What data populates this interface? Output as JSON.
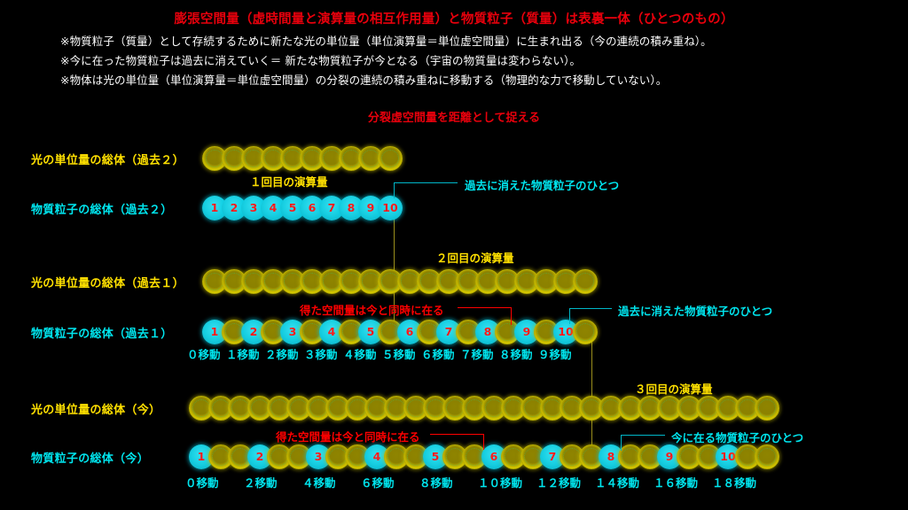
{
  "title": "膨張空間量（虚時間量と演算量の相互作用量）と物質粒子（質量）は表裏一体（ひとつのもの）",
  "notes": [
    "※物質粒子（質量）として存続するために新たな光の単位量（単位演算量＝単位虚空間量）に生まれ出る（今の連続の積み重ね）。",
    "※今に在った物質粒子は過去に消えていく＝ 新たな物質粒子が今となる（宇宙の物質量は変わらない）。",
    "※物体は光の単位量（単位演算量＝単位虚空間量）の分裂の連続の積み重ねに移動する（物理的な力で移動していない）。"
  ],
  "subtitle": "分裂虚空間量を距離として捉える",
  "colors": {
    "title_red": "#e8000c",
    "label_yellow": "#ffe000",
    "label_cyan": "#00e5ee",
    "annotation_red": "#ff0000",
    "bead_yellow": "#c9bd00",
    "bead_cyan": "#17cfe2",
    "number_red": "#ff1a1a",
    "background": "#000000",
    "vertical_line": "#9a8f1c"
  },
  "sections": [
    {
      "id": "past2",
      "light_label": "光の単位量の総体（過去２）",
      "matter_label": "物質粒子の総体（過去２）",
      "operation_label": "１回目の演算量",
      "callout": "過去に消えた物質粒子のひとつ",
      "light_count": 10,
      "matter_numbers": [
        "1",
        "2",
        "3",
        "4",
        "5",
        "6",
        "7",
        "8",
        "9",
        "10"
      ],
      "pattern": "each matter bead cyan, numbered 1-10",
      "moves": ""
    },
    {
      "id": "past1",
      "light_label": "光の単位量の総体（過去１）",
      "matter_label": "物質粒子の総体（過去１）",
      "operation_label": "２回目の演算量",
      "callout_red": "得た空間量は今と同時に在る",
      "callout_cyan": "過去に消えた物質粒子のひとつ",
      "light_count": 20,
      "matter_numbers": [
        "1",
        "2",
        "3",
        "4",
        "5",
        "6",
        "7",
        "8",
        "9",
        "10"
      ],
      "pattern": "cyan bead then 1 yellow bead repeating",
      "moves": [
        "０移動",
        "１移動",
        "２移動",
        "３移動",
        "４移動",
        "５移動",
        "６移動",
        "７移動",
        "８移動",
        "９移動"
      ]
    },
    {
      "id": "now",
      "light_label": "光の単位量の総体（今）",
      "matter_label": "物質粒子の総体（今）",
      "operation_label": "３回目の演算量",
      "callout_red": "得た空間量は今と同時に在る",
      "callout_cyan": "今に在る物質粒子のひとつ",
      "light_count": 30,
      "matter_numbers": [
        "1",
        "2",
        "3",
        "4",
        "5",
        "6",
        "7",
        "8",
        "9",
        "10"
      ],
      "pattern": "cyan bead then 2 yellow beads repeating",
      "moves": [
        "０移動",
        "２移動",
        "４移動",
        "６移動",
        "８移動",
        "１０移動",
        "１２移動",
        "１４移動",
        "１６移動",
        "１８移動"
      ]
    }
  ]
}
